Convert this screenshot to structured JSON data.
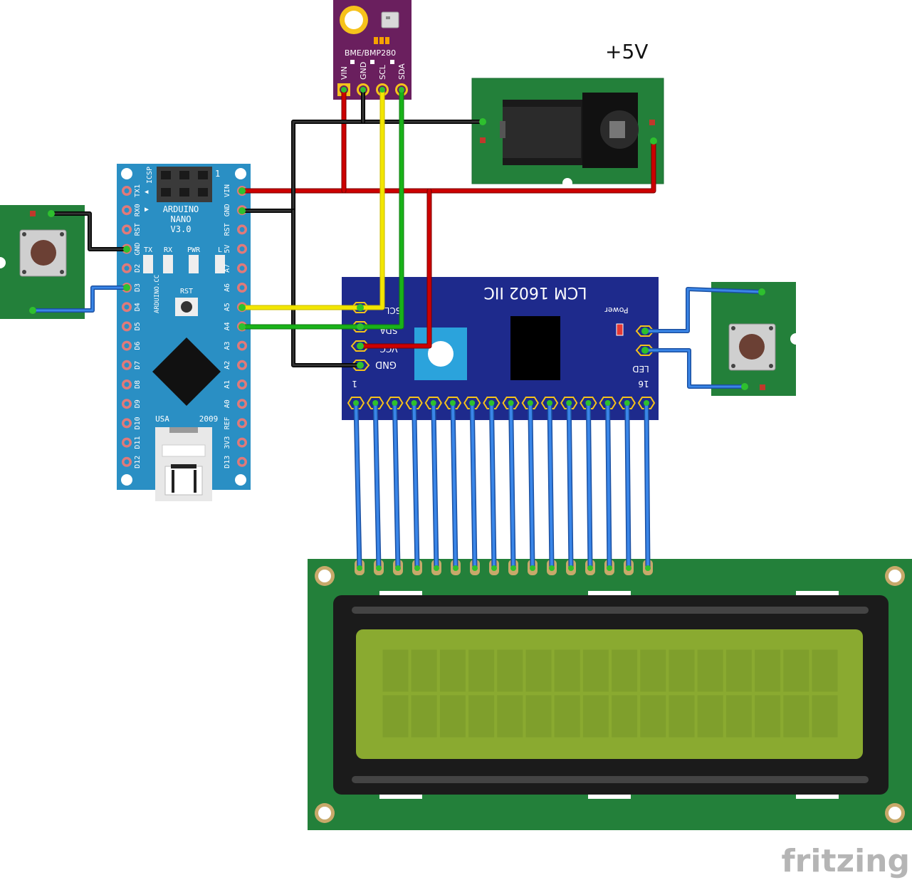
{
  "diagram": {
    "supply_label": "+5V",
    "watermark": "fritzing"
  },
  "sensor": {
    "name": "BME/BMP280",
    "pins": [
      "VIN",
      "GND",
      "SCL",
      "SDA"
    ]
  },
  "arduino": {
    "name_line1": "ARDUINO",
    "name_line2": "NANO",
    "name_line3": "V3.0",
    "icsp": "ICSP",
    "icsp_pin1": "1",
    "left_pins": [
      "TX1",
      "RX0",
      "RST",
      "GND",
      "D2",
      "D3",
      "D4",
      "D5",
      "D6",
      "D7",
      "D8",
      "D9",
      "D10",
      "D11",
      "D12"
    ],
    "right_pins": [
      "VIN",
      "GND",
      "RST",
      "5V",
      "A7",
      "A6",
      "A5",
      "A4",
      "A3",
      "A2",
      "A1",
      "A0",
      "REF",
      "3V3",
      "D13"
    ],
    "leds": [
      "TX",
      "RX",
      "PWR",
      "L"
    ],
    "rst_label": "RST",
    "side_text": "ARDUINO.CC",
    "origin": "USA",
    "year": "2009"
  },
  "i2c_module": {
    "title": "LCM 1602 IIC",
    "power_label": "Power",
    "led_label": "LED",
    "pins": [
      "SCL",
      "SDA",
      "VCC",
      "GND"
    ],
    "pin_first": "1",
    "pin_last": "16"
  },
  "colors": {
    "wire_red": "#cc0000",
    "wire_black": "#1a1a1a",
    "wire_yellow": "#f2e600",
    "wire_green": "#19b219",
    "wire_blue": "#2a6fd6",
    "board_blue": "#2a8fc4",
    "i2c_blue": "#1e2a8c",
    "pcb_green": "#23803a",
    "sensor_purple": "#6a1f5e",
    "lcd_screen": "#8aaa30"
  }
}
